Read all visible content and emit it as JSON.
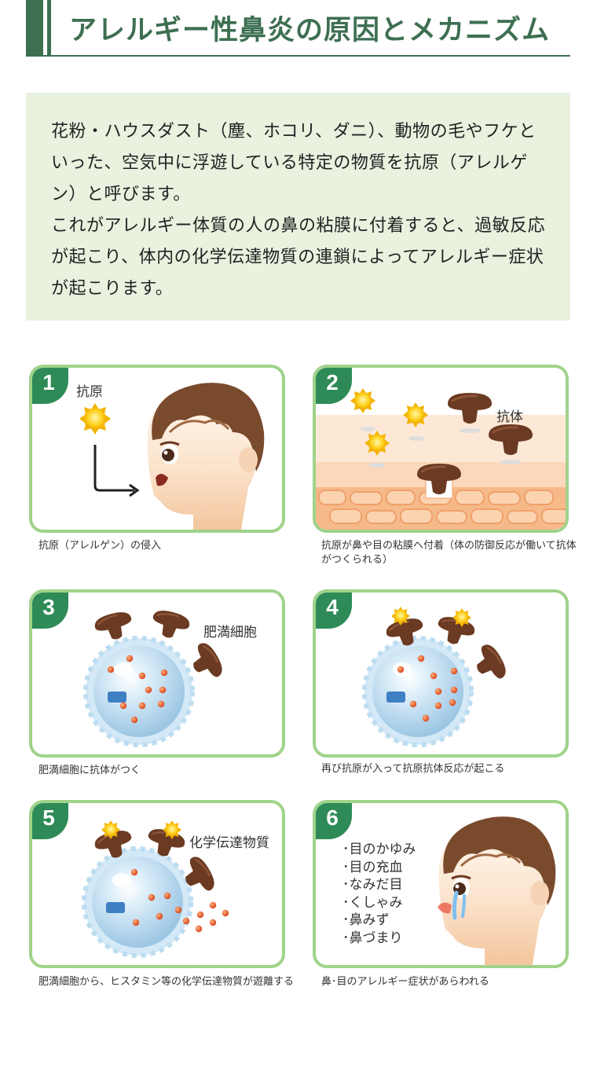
{
  "heading": {
    "title": "アレルギー性鼻炎の原因とメカニズム"
  },
  "intro": {
    "paragraph1": "花粉・ハウスダスト（塵、ホコリ、ダニ）、動物の毛やフケといった、空気中に浮遊している特定の物質を抗原（アレルゲン）と呼びます。",
    "paragraph2": "これがアレルギー体質の人の鼻の粘膜に付着すると、過敏反応が起こり、体内の化学伝達物質の連鎖によってアレルギー症状が起こります。"
  },
  "steps": [
    {
      "number": "1",
      "label": "抗原",
      "caption": "抗原（アレルゲン）の侵入"
    },
    {
      "number": "2",
      "label": "抗体",
      "caption": "抗原が鼻や目の粘膜へ付着（体の防御反応が働いて抗体がつくられる）"
    },
    {
      "number": "3",
      "label": "肥満細胞",
      "caption": "肥満細胞に抗体がつく"
    },
    {
      "number": "4",
      "caption": "再び抗原が入って抗原抗体反応が起こる"
    },
    {
      "number": "5",
      "label": "化学伝達物質",
      "caption": "肥満細胞から、ヒスタミン等の化学伝達物質が遊離する"
    },
    {
      "number": "6",
      "caption": "鼻･目のアレルギー症状があらわれる",
      "symptoms": [
        "･目のかゆみ",
        "･目の充血",
        "･なみだ目",
        "･くしゃみ",
        "･鼻みず",
        "･鼻づまり"
      ]
    }
  ],
  "colors": {
    "accent": "#3d6f51",
    "panel_border": "#9fd38a",
    "badge": "#2e8b57",
    "intro_bg": "#e8f2df"
  }
}
